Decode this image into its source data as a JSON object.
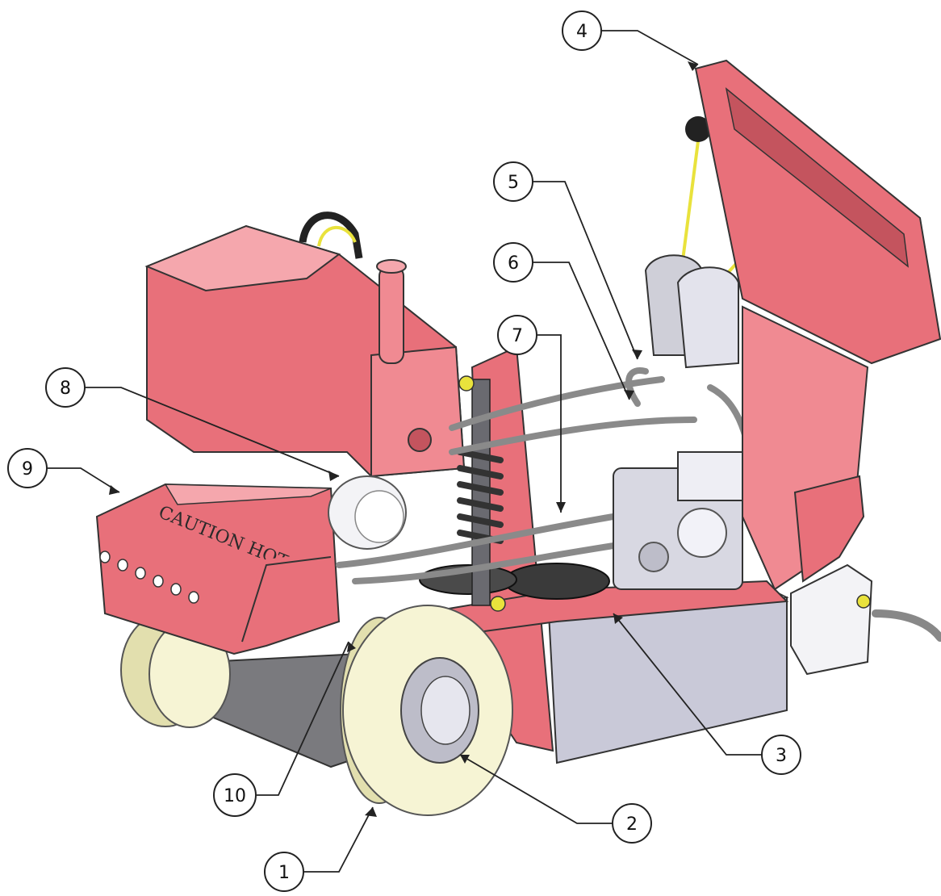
{
  "machine": {
    "decal_text": "CAUTION HOT"
  },
  "callouts": [
    {
      "id": "1",
      "label": "1"
    },
    {
      "id": "2",
      "label": "2"
    },
    {
      "id": "3",
      "label": "3"
    },
    {
      "id": "4",
      "label": "4"
    },
    {
      "id": "5",
      "label": "5"
    },
    {
      "id": "6",
      "label": "6"
    },
    {
      "id": "7",
      "label": "7"
    },
    {
      "id": "8",
      "label": "8"
    },
    {
      "id": "9",
      "label": "9"
    },
    {
      "id": "10",
      "label": "10"
    }
  ],
  "colors": {
    "body": "#e8707a",
    "body_light": "#f5a7ad",
    "body_dark": "#c4545e",
    "wheel": "#f6f4d4",
    "wheel_shade": "#e2dfae",
    "steel": "#cfcfd8",
    "hose": "#8a8a8a",
    "black": "#222222",
    "accent_yellow": "#e9e23c",
    "line": "#222222"
  }
}
